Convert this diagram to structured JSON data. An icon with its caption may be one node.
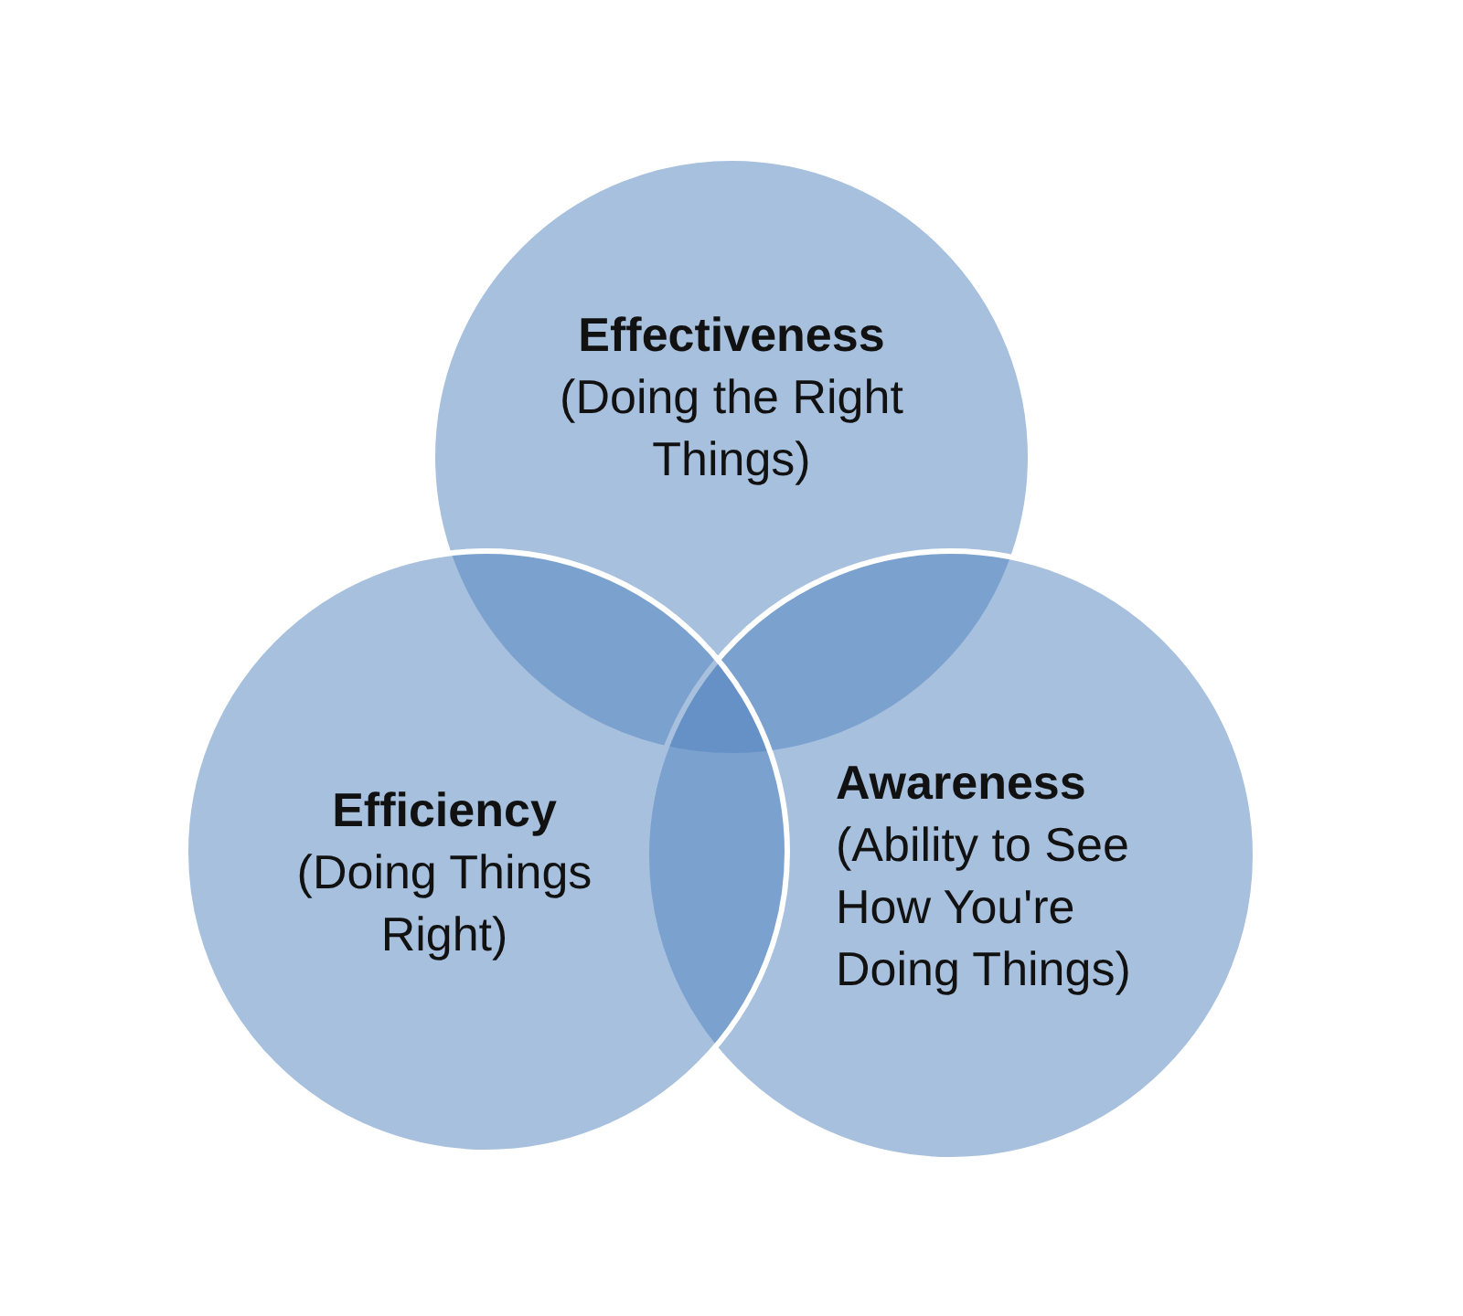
{
  "diagram": {
    "nodes": [
      {
        "text": [
          "Effectiveness",
          "(Doing the Right Things)"
        ]
      },
      {
        "text": [
          "Efficiency",
          "(Doing Things Right)"
        ]
      },
      {
        "text": [
          "Awareness",
          "(Ability to See How You're Doing Things)"
        ]
      }
    ]
  }
}
